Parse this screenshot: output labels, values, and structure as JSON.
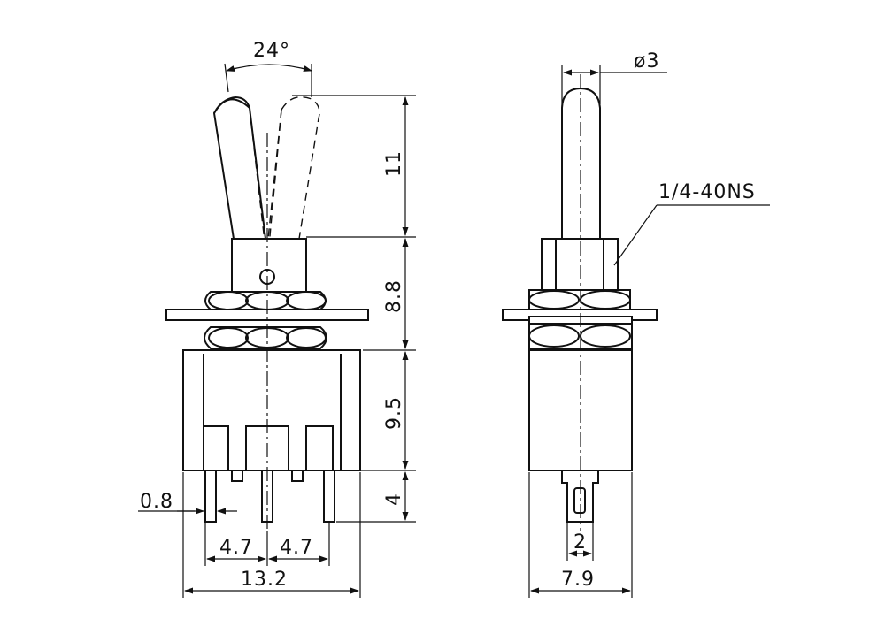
{
  "dimensions": {
    "lever_angle": "24°",
    "lever_length": "11",
    "bushing_height": "8.8",
    "body_height": "9.5",
    "terminal_length": "4",
    "terminal_thickness": "0.8",
    "pitch_left": "4.7",
    "pitch_right": "4.7",
    "body_width_front": "13.2",
    "lever_diameter": "ø3",
    "thread_spec": "1/4-40NS",
    "terminal_width": "2",
    "body_width_side": "7.9"
  }
}
